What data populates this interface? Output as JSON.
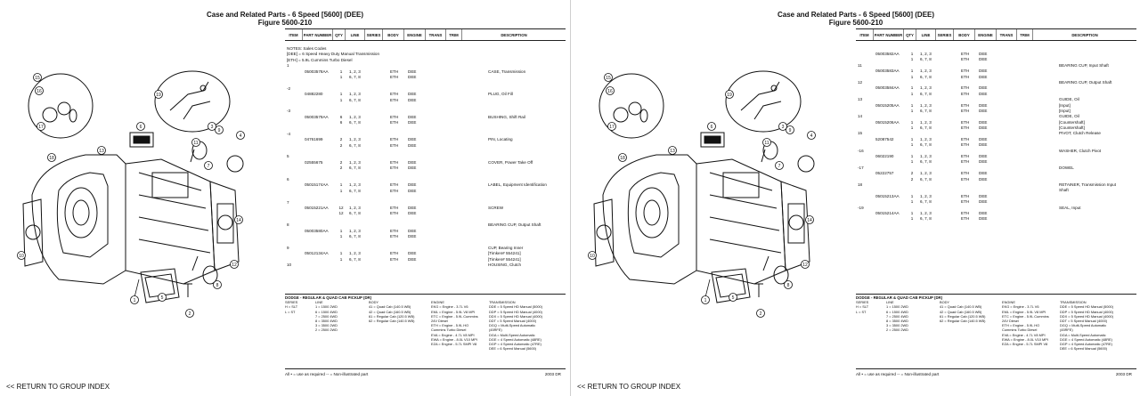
{
  "title": "Case and Related Parts - 6 Speed [5600] (DEE)",
  "figure": "Figure 5600-210",
  "columns": [
    "ITEM",
    "PART NUMBER",
    "QTY",
    "LINE",
    "SERIES",
    "BODY",
    "ENGINE",
    "TRANS",
    "TRIM",
    "DESCRIPTION"
  ],
  "notes": [
    "NOTES: Sales Codes",
    "[DEE] = 6 Speed Heavy Duty Manual Transmission",
    "[ETH] = 5.9L Cummins Turbo Diesel"
  ],
  "left_rows": [
    {
      "item": "1",
      "pn": "",
      "qty": "",
      "line": "",
      "eng": "",
      "trans": "",
      "desc": ""
    },
    {
      "item": "",
      "pn": "05003578AA",
      "qty": "1",
      "line": "1, 2, 3",
      "eng": "ETH",
      "trans": "DEE",
      "desc": "CASE, Transmission"
    },
    {
      "item": "",
      "pn": "",
      "qty": "1",
      "line": "6, 7, 8",
      "eng": "ETH",
      "trans": "DEE",
      "desc": ""
    },
    {
      "item": "",
      "pn": "",
      "qty": "",
      "line": "",
      "eng": "",
      "trans": "",
      "desc": ""
    },
    {
      "item": "-2",
      "pn": "",
      "qty": "",
      "line": "",
      "eng": "",
      "trans": "",
      "desc": ""
    },
    {
      "item": "",
      "pn": "04882280",
      "qty": "1",
      "line": "1, 2, 3",
      "eng": "ETH",
      "trans": "DEE",
      "desc": "PLUG, Oil Fill"
    },
    {
      "item": "",
      "pn": "",
      "qty": "1",
      "line": "6, 7, 8",
      "eng": "ETH",
      "trans": "DEE",
      "desc": ""
    },
    {
      "item": "",
      "pn": "",
      "qty": "",
      "line": "",
      "eng": "",
      "trans": "",
      "desc": ""
    },
    {
      "item": "-3",
      "pn": "",
      "qty": "",
      "line": "",
      "eng": "",
      "trans": "",
      "desc": ""
    },
    {
      "item": "",
      "pn": "05003579AA",
      "qty": "6",
      "line": "1, 2, 3",
      "eng": "ETH",
      "trans": "DEE",
      "desc": "BUSHING, Shift Rail"
    },
    {
      "item": "",
      "pn": "",
      "qty": "6",
      "line": "6, 7, 8",
      "eng": "ETH",
      "trans": "DEE",
      "desc": ""
    },
    {
      "item": "",
      "pn": "",
      "qty": "",
      "line": "",
      "eng": "",
      "trans": "",
      "desc": ""
    },
    {
      "item": "-4",
      "pn": "",
      "qty": "",
      "line": "",
      "eng": "",
      "trans": "",
      "desc": ""
    },
    {
      "item": "",
      "pn": "04761699",
      "qty": "2",
      "line": "1, 2, 3",
      "eng": "ETH",
      "trans": "DEE",
      "desc": "PIN, Locating"
    },
    {
      "item": "",
      "pn": "",
      "qty": "2",
      "line": "6, 7, 8",
      "eng": "ETH",
      "trans": "DEE",
      "desc": ""
    },
    {
      "item": "",
      "pn": "",
      "qty": "",
      "line": "",
      "eng": "",
      "trans": "",
      "desc": ""
    },
    {
      "item": "5",
      "pn": "",
      "qty": "",
      "line": "",
      "eng": "",
      "trans": "",
      "desc": ""
    },
    {
      "item": "",
      "pn": "02555675",
      "qty": "2",
      "line": "1, 2, 3",
      "eng": "ETH",
      "trans": "DEE",
      "desc": "COVER, Power Take Off"
    },
    {
      "item": "",
      "pn": "",
      "qty": "2",
      "line": "6, 7, 8",
      "eng": "ETH",
      "trans": "DEE",
      "desc": ""
    },
    {
      "item": "",
      "pn": "",
      "qty": "",
      "line": "",
      "eng": "",
      "trans": "",
      "desc": ""
    },
    {
      "item": "6",
      "pn": "",
      "qty": "",
      "line": "",
      "eng": "",
      "trans": "",
      "desc": ""
    },
    {
      "item": "",
      "pn": "05015174AA",
      "qty": "1",
      "line": "1, 2, 3",
      "eng": "ETH",
      "trans": "DEE",
      "desc": "LABEL, Equipment Identification"
    },
    {
      "item": "",
      "pn": "",
      "qty": "1",
      "line": "6, 7, 8",
      "eng": "ETH",
      "trans": "DEE",
      "desc": ""
    },
    {
      "item": "",
      "pn": "",
      "qty": "",
      "line": "",
      "eng": "",
      "trans": "",
      "desc": ""
    },
    {
      "item": "7",
      "pn": "",
      "qty": "",
      "line": "",
      "eng": "",
      "trans": "",
      "desc": ""
    },
    {
      "item": "",
      "pn": "05015221AA",
      "qty": "12",
      "line": "1, 2, 3",
      "eng": "ETH",
      "trans": "DEE",
      "desc": "SCREW"
    },
    {
      "item": "",
      "pn": "",
      "qty": "12",
      "line": "6, 7, 8",
      "eng": "ETH",
      "trans": "DEE",
      "desc": ""
    },
    {
      "item": "",
      "pn": "",
      "qty": "",
      "line": "",
      "eng": "",
      "trans": "",
      "desc": ""
    },
    {
      "item": "8",
      "pn": "",
      "qty": "",
      "line": "",
      "eng": "",
      "trans": "",
      "desc": "BEARING CUP, Output Shaft"
    },
    {
      "item": "",
      "pn": "05003580AA",
      "qty": "1",
      "line": "1, 2, 3",
      "eng": "ETH",
      "trans": "DEE",
      "desc": ""
    },
    {
      "item": "",
      "pn": "",
      "qty": "1",
      "line": "6, 7, 8",
      "eng": "ETH",
      "trans": "DEE",
      "desc": ""
    },
    {
      "item": "",
      "pn": "",
      "qty": "",
      "line": "",
      "eng": "",
      "trans": "",
      "desc": ""
    },
    {
      "item": "9",
      "pn": "",
      "qty": "",
      "line": "",
      "eng": "",
      "trans": "",
      "desc": "CUP, Bearing Inner"
    },
    {
      "item": "",
      "pn": "05012134AA",
      "qty": "1",
      "line": "1, 2, 3",
      "eng": "ETH",
      "trans": "DEE",
      "desc": "[Timken# 554241]"
    },
    {
      "item": "",
      "pn": "",
      "qty": "1",
      "line": "6, 7, 8",
      "eng": "ETH",
      "trans": "DEE",
      "desc": "[Timken# 554241]"
    },
    {
      "item": "10",
      "pn": "",
      "qty": "",
      "line": "",
      "eng": "",
      "trans": "",
      "desc": "HOUSING, Clutch"
    }
  ],
  "right_rows": [
    {
      "item": "",
      "pn": "05003582AA",
      "qty": "1",
      "line": "1, 2, 3",
      "eng": "ETH",
      "trans": "DEE",
      "desc": ""
    },
    {
      "item": "",
      "pn": "",
      "qty": "1",
      "line": "6, 7, 8",
      "eng": "ETH",
      "trans": "DEE",
      "desc": ""
    },
    {
      "item": "11",
      "pn": "",
      "qty": "",
      "line": "",
      "eng": "",
      "trans": "",
      "desc": "BEARING CUP, Input Shaft"
    },
    {
      "item": "",
      "pn": "05003583AA",
      "qty": "1",
      "line": "1, 2, 3",
      "eng": "ETH",
      "trans": "DEE",
      "desc": ""
    },
    {
      "item": "",
      "pn": "",
      "qty": "1",
      "line": "6, 7, 8",
      "eng": "ETH",
      "trans": "DEE",
      "desc": ""
    },
    {
      "item": "12",
      "pn": "",
      "qty": "",
      "line": "",
      "eng": "",
      "trans": "",
      "desc": "BEARING CUP, Output Shaft"
    },
    {
      "item": "",
      "pn": "05003584AA",
      "qty": "1",
      "line": "1, 2, 3",
      "eng": "ETH",
      "trans": "DEE",
      "desc": ""
    },
    {
      "item": "",
      "pn": "",
      "qty": "1",
      "line": "6, 7, 8",
      "eng": "ETH",
      "trans": "DEE",
      "desc": ""
    },
    {
      "item": "13",
      "pn": "",
      "qty": "",
      "line": "",
      "eng": "",
      "trans": "",
      "desc": "GUIDE, Oil"
    },
    {
      "item": "",
      "pn": "05015205AA",
      "qty": "1",
      "line": "1, 2, 3",
      "eng": "ETH",
      "trans": "DEE",
      "desc": "[Input]"
    },
    {
      "item": "",
      "pn": "",
      "qty": "1",
      "line": "6, 7, 8",
      "eng": "ETH",
      "trans": "DEE",
      "desc": "[Input]"
    },
    {
      "item": "14",
      "pn": "",
      "qty": "",
      "line": "",
      "eng": "",
      "trans": "",
      "desc": "GUIDE, Oil"
    },
    {
      "item": "",
      "pn": "05015206AA",
      "qty": "1",
      "line": "1, 2, 3",
      "eng": "ETH",
      "trans": "DEE",
      "desc": "[Countershaft]"
    },
    {
      "item": "",
      "pn": "",
      "qty": "1",
      "line": "6, 7, 8",
      "eng": "ETH",
      "trans": "DEE",
      "desc": "[Countershaft]"
    },
    {
      "item": "15",
      "pn": "",
      "qty": "",
      "line": "",
      "eng": "",
      "trans": "",
      "desc": "PIVOT, Clutch Release"
    },
    {
      "item": "",
      "pn": "52087542",
      "qty": "1",
      "line": "1, 2, 3",
      "eng": "ETH",
      "trans": "DEE",
      "desc": ""
    },
    {
      "item": "",
      "pn": "",
      "qty": "1",
      "line": "6, 7, 8",
      "eng": "ETH",
      "trans": "DEE",
      "desc": ""
    },
    {
      "item": "-16",
      "pn": "",
      "qty": "",
      "line": "",
      "eng": "",
      "trans": "",
      "desc": "WASHER, Clutch Pivot"
    },
    {
      "item": "",
      "pn": "06022190",
      "qty": "1",
      "line": "1, 2, 3",
      "eng": "ETH",
      "trans": "DEE",
      "desc": ""
    },
    {
      "item": "",
      "pn": "",
      "qty": "1",
      "line": "6, 7, 8",
      "eng": "ETH",
      "trans": "DEE",
      "desc": ""
    },
    {
      "item": "-17",
      "pn": "",
      "qty": "",
      "line": "",
      "eng": "",
      "trans": "",
      "desc": "DOWEL"
    },
    {
      "item": "",
      "pn": "05222757",
      "qty": "2",
      "line": "1, 2, 3",
      "eng": "ETH",
      "trans": "DEE",
      "desc": ""
    },
    {
      "item": "",
      "pn": "",
      "qty": "2",
      "line": "6, 7, 8",
      "eng": "ETH",
      "trans": "DEE",
      "desc": ""
    },
    {
      "item": "18",
      "pn": "",
      "qty": "",
      "line": "",
      "eng": "",
      "trans": "",
      "desc": "RETAINER, Transmission Input"
    },
    {
      "item": "",
      "pn": "",
      "qty": "",
      "line": "",
      "eng": "",
      "trans": "",
      "desc": "Shaft"
    },
    {
      "item": "",
      "pn": "05015213AA",
      "qty": "1",
      "line": "1, 2, 3",
      "eng": "ETH",
      "trans": "DEE",
      "desc": ""
    },
    {
      "item": "",
      "pn": "",
      "qty": "1",
      "line": "6, 7, 8",
      "eng": "ETH",
      "trans": "DEE",
      "desc": ""
    },
    {
      "item": "-19",
      "pn": "",
      "qty": "",
      "line": "",
      "eng": "",
      "trans": "",
      "desc": "SEAL, Input"
    },
    {
      "item": "",
      "pn": "05015214AA",
      "qty": "1",
      "line": "1, 2, 3",
      "eng": "ETH",
      "trans": "DEE",
      "desc": ""
    },
    {
      "item": "",
      "pn": "",
      "qty": "1",
      "line": "6, 7, 8",
      "eng": "ETH",
      "trans": "DEE",
      "desc": ""
    }
  ],
  "legend": {
    "title": "DODGE - REGULAR & QUAD CAB PICKUP (DR)",
    "series": "SERIES\nH = SLT\nL = ST",
    "line": "LINE\n1 = 1500 2WD\n6 = 1500 4WD\n7 = 2500 4WD\n8 = 3500 4WD\n3 = 3500 2WD\n2 = 2500 2WD",
    "body": "BODY\n41 = Quad Cab (140.5 WB)\n42 = Quad Cab (160.5 WB)\n61 = Regular Cab (120.5 WB)\n62 = Regular Cab (140.5 WB)",
    "engine": "ENGINE\nEKG = Engine - 3.7L V6\nEML = Engine - 5.9L V8 MPI\nETC = Engine - 5.9L Cummins\n24V Diesel\nETH = Engine - 5.9L HO\nCummins Turbo Diesel\nEVA = Engine - 4.7L V8 MPI\nEWA = Engine - 8.0L V10 MPI\nEZA = Engine - 5.7L SMPI V8",
    "trans": "TRANSMISSION\nDDE = 5 Speed HD Manual (5000)\nDDP = 5 Speed HD Manual (4000)\nDDX = 5 Speed HD Manual (4000)\nDDT = 5 Speed Manual (4000)\nDGQ = Multi-Speed Automatic\n(45RFE)\nDGA = Multi-Speed Automatic\nDGE = 4 Speed Automatic (48RE)\nDGP = 4 Speed Automatic (47RE)\nDEE = 6 Speed Manual (5600)"
  },
  "footer_note": "All • = use as required  -- = Non-illustrated part",
  "footer_year": "2003 DR",
  "return_link": "<< RETURN TO GROUP INDEX"
}
